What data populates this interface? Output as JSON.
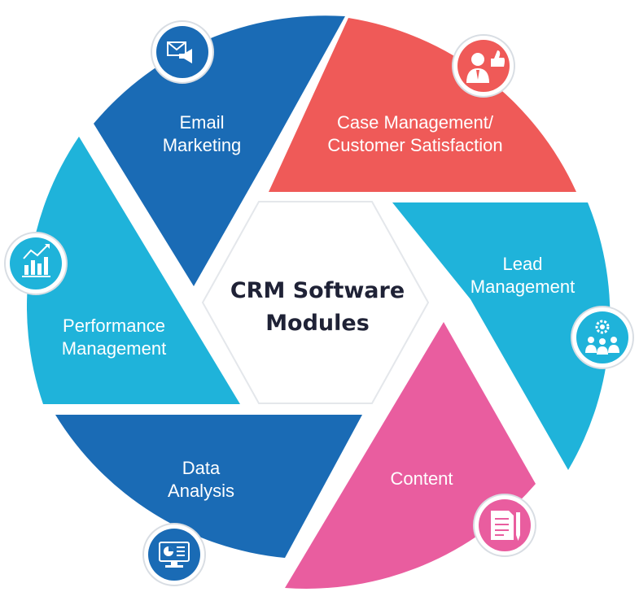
{
  "center": {
    "line1": "CRM Software",
    "line2": "Modules"
  },
  "modules": [
    {
      "id": "email",
      "line1": "Email",
      "line2": "Marketing",
      "color": "#1a6bb5",
      "icon": "email-megaphone-icon"
    },
    {
      "id": "case",
      "line1": "Case Management/",
      "line2": "Customer Satisfaction",
      "color": "#ef5a58",
      "icon": "customer-thumbs-up-icon"
    },
    {
      "id": "lead",
      "line1": "Lead",
      "line2": "Management",
      "color": "#1fb3da",
      "icon": "team-gear-icon"
    },
    {
      "id": "content",
      "line1": "Content",
      "line2": "",
      "color": "#e95d9f",
      "icon": "document-pen-icon"
    },
    {
      "id": "data",
      "line1": "Data",
      "line2": "Analysis",
      "color": "#1a6bb5",
      "icon": "monitor-chart-icon"
    },
    {
      "id": "performance",
      "line1": "Performance",
      "line2": "Management",
      "color": "#1fb3da",
      "icon": "growth-chart-icon"
    }
  ],
  "colors": {
    "badge_border": "#d8dde3",
    "center_border": "#e4e7eb",
    "text_dark": "#1f2236"
  }
}
